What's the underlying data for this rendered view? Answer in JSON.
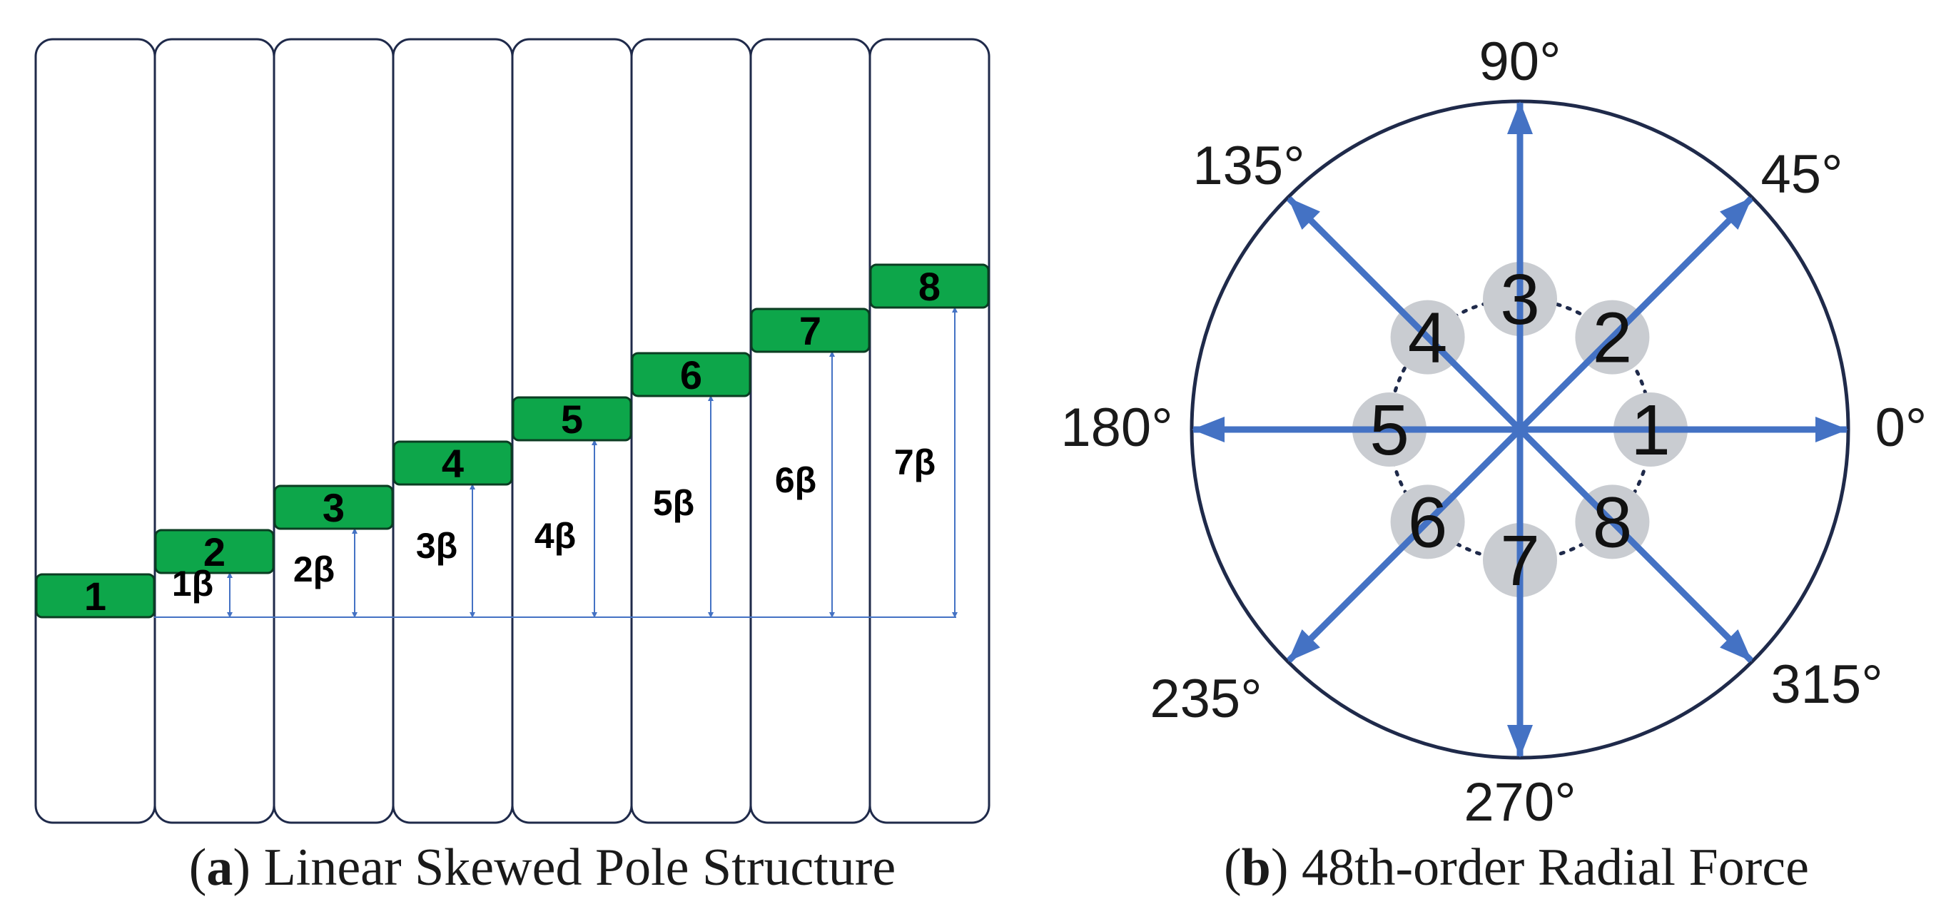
{
  "panel_a": {
    "caption_letter": "a",
    "caption_text": "Linear Skewed Pole Structure",
    "segments": [
      "1",
      "2",
      "3",
      "4",
      "5",
      "6",
      "7",
      "8"
    ],
    "offset_labels": [
      "1β",
      "2β",
      "3β",
      "4β",
      "5β",
      "6β",
      "7β"
    ],
    "colors": {
      "column_stroke": "#1f2a4a",
      "pole_fill": "#0da64a",
      "pole_stroke": "#0b3d22",
      "dimension_line": "#4472c4"
    }
  },
  "panel_b": {
    "caption_letter": "b",
    "caption_text": "48th-order Radial Force",
    "angle_labels": [
      "0°",
      "45°",
      "90°",
      "135°",
      "180°",
      "235°",
      "270°",
      "315°"
    ],
    "vectors": [
      {
        "label": "1",
        "angle": 0
      },
      {
        "label": "2",
        "angle": 45
      },
      {
        "label": "3",
        "angle": 90
      },
      {
        "label": "4",
        "angle": 135
      },
      {
        "label": "5",
        "angle": 180
      },
      {
        "label": "6",
        "angle": 225
      },
      {
        "label": "7",
        "angle": 270
      },
      {
        "label": "8",
        "angle": 315
      }
    ],
    "colors": {
      "circle_stroke": "#1f2a4a",
      "arrow": "#4472c4",
      "marker_fill": "#c9ccd1"
    }
  }
}
